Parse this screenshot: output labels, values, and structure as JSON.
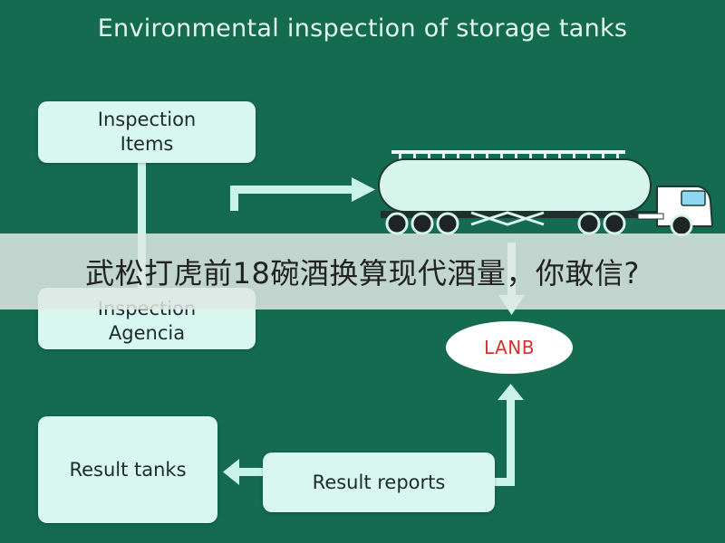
{
  "title": "Environmental inspection of storage tanks",
  "nodes": {
    "inspection_items": [
      "Inspection",
      "Items"
    ],
    "inspection_agency": [
      "Inspection",
      "Agencia"
    ],
    "lanb": "LANB",
    "result_reports": "Result reports",
    "result_tanks": "Result tanks"
  },
  "overlay_caption": "武松打虎前18碗酒换算现代酒量，你敢信?",
  "colors": {
    "background": "#146b4f",
    "box_fill": "#d8f8ef",
    "arrow": "#c9f3e6",
    "lanb_text": "#d4322c"
  },
  "icons": [
    "tanker-truck-icon"
  ]
}
